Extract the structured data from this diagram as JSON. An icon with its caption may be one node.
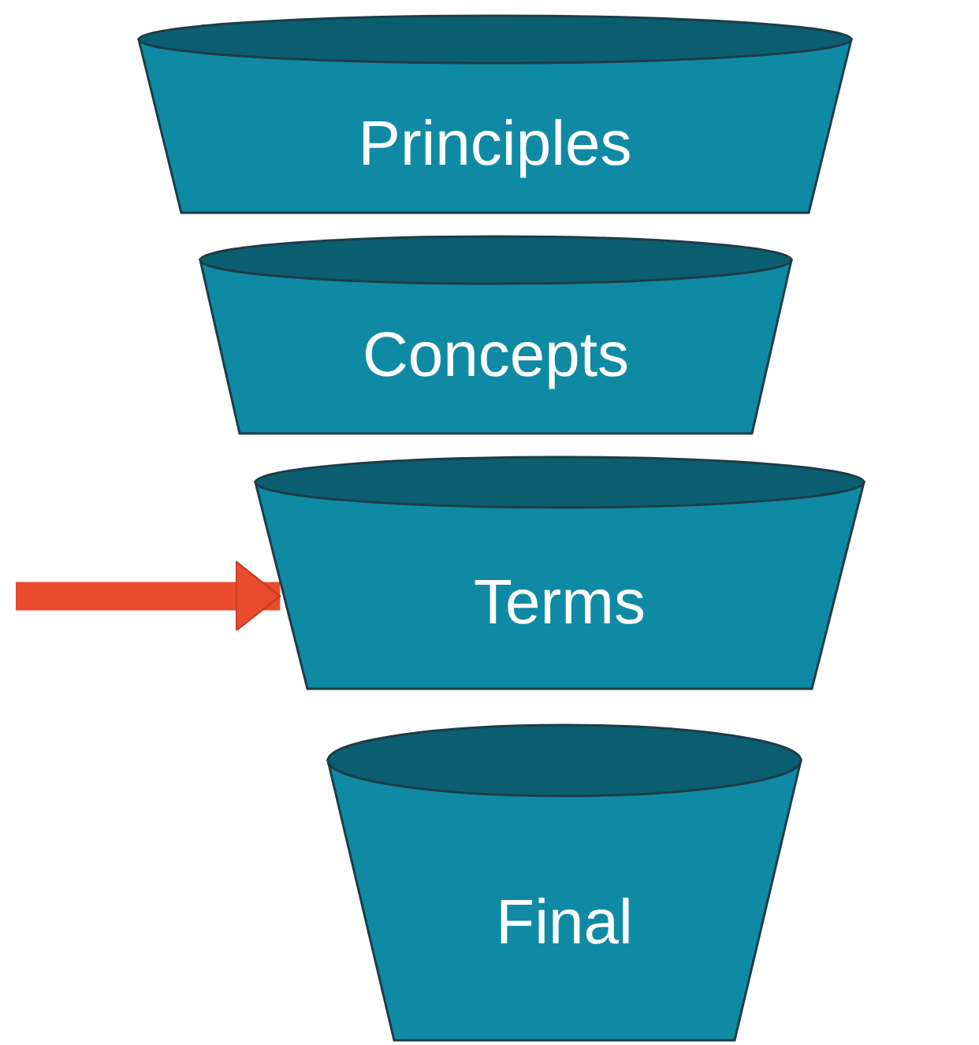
{
  "diagram": {
    "nodes": [
      {
        "text": [
          "Principles"
        ]
      },
      {
        "text": [
          "Concepts"
        ]
      },
      {
        "text": [
          "Terms"
        ]
      },
      {
        "text": [
          "Final"
        ]
      }
    ],
    "edges": [
      {
        "from": null,
        "to": 2,
        "arrow": "to"
      }
    ]
  }
}
